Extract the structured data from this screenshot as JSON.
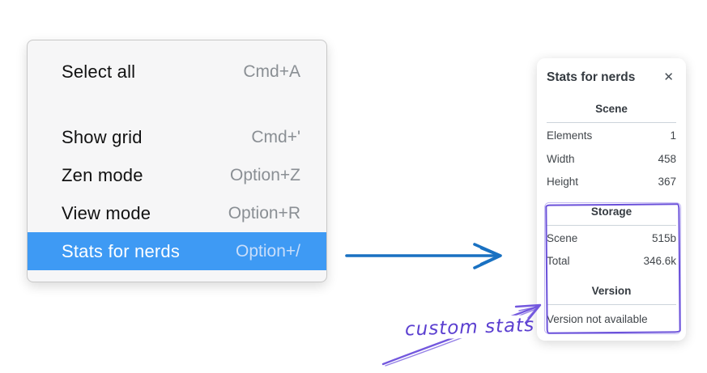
{
  "context_menu": {
    "sections": [
      {
        "items": [
          {
            "label": "Select all",
            "shortcut": "Cmd+A",
            "selected": false
          }
        ]
      },
      {
        "items": [
          {
            "label": "Show grid",
            "shortcut": "Cmd+'",
            "selected": false
          },
          {
            "label": "Zen mode",
            "shortcut": "Option+Z",
            "selected": false
          },
          {
            "label": "View mode",
            "shortcut": "Option+R",
            "selected": false
          },
          {
            "label": "Stats for nerds",
            "shortcut": "Option+/",
            "selected": true
          }
        ]
      }
    ],
    "highlight_color": "#3e9af4"
  },
  "stats_panel": {
    "title": "Stats for nerds",
    "close_icon": "✕",
    "sections": [
      {
        "heading": "Scene",
        "rows": [
          {
            "label": "Elements",
            "value": "1"
          },
          {
            "label": "Width",
            "value": "458"
          },
          {
            "label": "Height",
            "value": "367"
          }
        ]
      },
      {
        "heading": "Storage",
        "rows": [
          {
            "label": "Scene",
            "value": "515b"
          },
          {
            "label": "Total",
            "value": "346.6k"
          }
        ]
      },
      {
        "heading": "Version",
        "note": "Version not available"
      }
    ]
  },
  "annotations": {
    "custom_stats_label": "custom stats",
    "pointer_arrow_color": "#1971c2",
    "annotation_color": "#6a50da"
  }
}
